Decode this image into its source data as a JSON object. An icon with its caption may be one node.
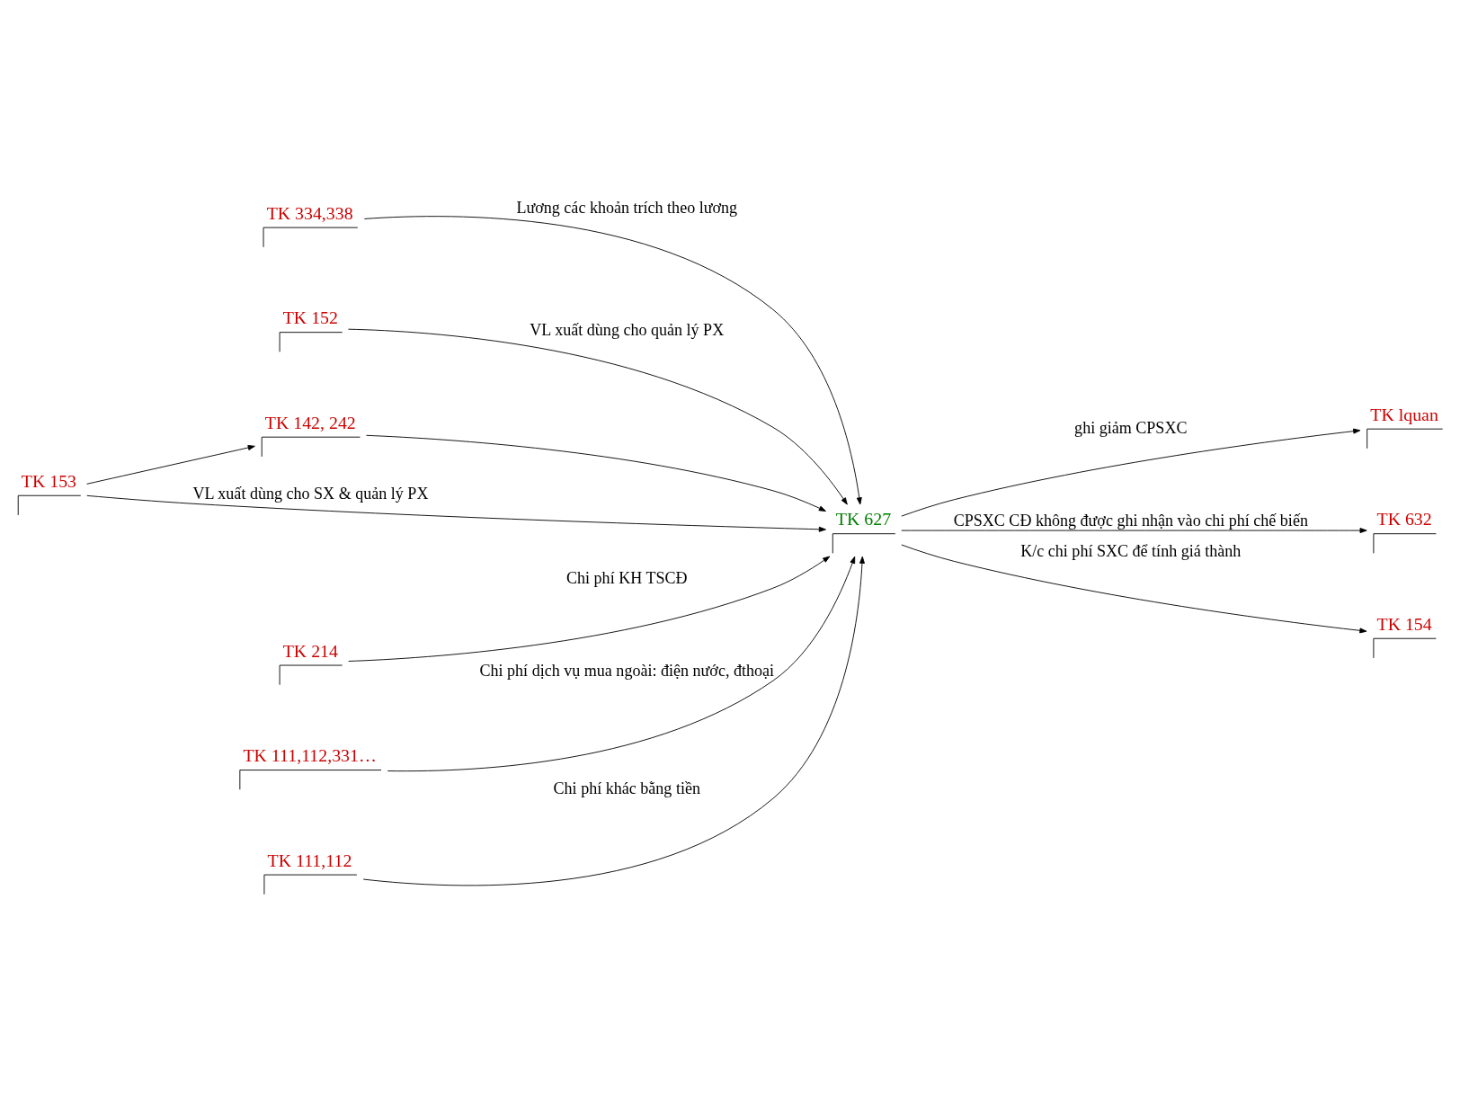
{
  "diagram": {
    "nodes": [
      {
        "text": [
          "TK 334,338"
        ]
      },
      {
        "text": [
          "TK 152"
        ]
      },
      {
        "text": [
          "TK 153"
        ]
      },
      {
        "text": [
          "TK 142, 242"
        ]
      },
      {
        "text": [
          "TK 214"
        ]
      },
      {
        "text": [
          "TK 111,112,331…"
        ]
      },
      {
        "text": [
          "TK 111,112"
        ]
      },
      {
        "text": [
          "TK 627"
        ]
      },
      {
        "text": [
          "TK lquan"
        ]
      },
      {
        "text": [
          "TK 632"
        ]
      },
      {
        "text": [
          "TK 154"
        ]
      }
    ],
    "edges": [
      {
        "from": 0,
        "to": 7,
        "arrow": "to",
        "label": "Lương các khoản trích theo lương"
      },
      {
        "from": 1,
        "to": 7,
        "arrow": "to",
        "label": "VL xuất dùng cho quản lý PX"
      },
      {
        "from": 2,
        "to": 7,
        "arrow": "to",
        "label": "VL xuất dùng cho SX & quản lý PX"
      },
      {
        "from": 2,
        "to": 3,
        "arrow": "to"
      },
      {
        "from": 3,
        "to": 7,
        "arrow": "to"
      },
      {
        "from": 4,
        "to": 7,
        "arrow": "to",
        "label": "Chi phí KH TSCĐ"
      },
      {
        "from": 5,
        "to": 7,
        "arrow": "to",
        "label": "Chi phí dịch vụ mua ngoài: điện nước, đthoại"
      },
      {
        "from": 6,
        "to": 7,
        "arrow": "to",
        "label": "Chi phí khác bằng tiền"
      },
      {
        "from": 7,
        "to": 8,
        "arrow": "to",
        "label": "ghi giảm CPSXC"
      },
      {
        "from": 7,
        "to": 9,
        "arrow": "to",
        "label": "CPSXC CĐ không được ghi nhận vào chi phí chế biến"
      },
      {
        "from": 7,
        "to": 10,
        "arrow": "to",
        "label": "K/c chi phí SXC để tính giá thành"
      }
    ]
  }
}
